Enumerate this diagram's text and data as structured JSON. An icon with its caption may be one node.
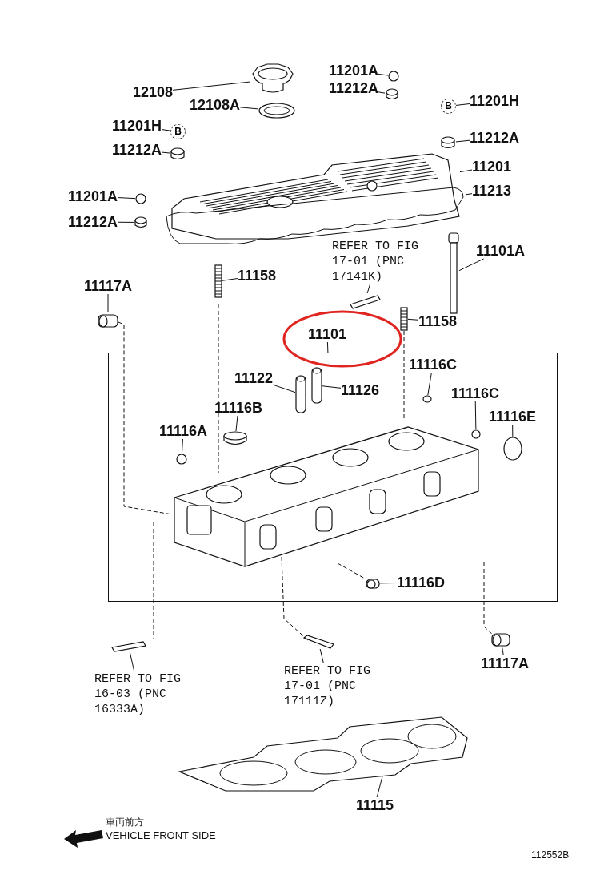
{
  "diagram": {
    "nodes": [
      {
        "text": [
          "12108"
        ]
      },
      {
        "text": [],
        "shape": "picture"
      },
      {
        "text": [
          "12108A"
        ]
      },
      {
        "text": [],
        "shape": "picture"
      },
      {
        "text": [
          "11201A"
        ]
      },
      {
        "text": [],
        "shape": "circle"
      },
      {
        "text": [
          "11212A"
        ]
      },
      {
        "text": [],
        "shape": "cylinder"
      },
      {
        "text": [
          "11201H"
        ]
      },
      {
        "text": [
          "B"
        ]
      },
      {
        "text": [
          "11212A"
        ]
      },
      {
        "text": [],
        "shape": "cylinder"
      },
      {
        "text": [
          "11201"
        ]
      },
      {
        "text": [],
        "shape": "picture"
      },
      {
        "text": [
          "11213"
        ]
      },
      {
        "text": [],
        "shape": "picture"
      },
      {
        "text": [
          "11201H"
        ]
      },
      {
        "text": [
          "B"
        ]
      },
      {
        "text": [
          "11212A"
        ]
      },
      {
        "text": [],
        "shape": "cylinder"
      },
      {
        "text": [
          "11201A"
        ]
      },
      {
        "text": [],
        "shape": "circle"
      },
      {
        "text": [
          "11212A"
        ]
      },
      {
        "text": [],
        "shape": "cylinder"
      },
      {
        "text": [
          "REFER TO FIG 17-01 (PNC 17141K)"
        ]
      },
      {
        "text": [],
        "shape": "bar"
      },
      {
        "text": [
          "11101A"
        ]
      },
      {
        "text": [],
        "shape": "bar"
      },
      {
        "text": [
          "11158"
        ]
      },
      {
        "text": [],
        "shape": "bar"
      },
      {
        "text": [
          "11117A"
        ]
      },
      {
        "text": [],
        "shape": "cylinder"
      },
      {
        "text": [
          "11158"
        ]
      },
      {
        "text": [],
        "shape": "bar"
      },
      {
        "text": [
          "11101"
        ]
      },
      {
        "text": [],
        "shape": "box"
      },
      {
        "text": [
          "11122"
        ],
        "in": 35
      },
      {
        "text": [],
        "shape": "cylinder",
        "in": 35
      },
      {
        "text": [
          "11126"
        ],
        "in": 35
      },
      {
        "text": [],
        "shape": "cylinder",
        "in": 35
      },
      {
        "text": [
          "11116C"
        ],
        "in": 35
      },
      {
        "text": [],
        "shape": "circle",
        "in": 35
      },
      {
        "text": [
          "11116B"
        ],
        "in": 35
      },
      {
        "text": [],
        "shape": "cylinder",
        "in": 35
      },
      {
        "text": [
          "11116C"
        ],
        "in": 35
      },
      {
        "text": [],
        "shape": "circle",
        "in": 35
      },
      {
        "text": [
          "11116E"
        ],
        "in": 35
      },
      {
        "text": [],
        "shape": "circle",
        "in": 35
      },
      {
        "text": [
          "11116A"
        ],
        "in": 35
      },
      {
        "text": [],
        "shape": "circle",
        "in": 35
      },
      {
        "text": [
          "11116D"
        ],
        "in": 35
      },
      {
        "text": [],
        "shape": "cylinder",
        "in": 35
      },
      {
        "text": [
          "REFER TO FIG 16-03 (PNC 16333A)"
        ]
      },
      {
        "text": [],
        "shape": "bar"
      },
      {
        "text": [
          "REFER TO FIG 17-01 (PNC 17111Z)"
        ]
      },
      {
        "text": [],
        "shape": "bar"
      },
      {
        "text": [
          "11117A"
        ]
      },
      {
        "text": [],
        "shape": "cylinder"
      },
      {
        "text": [
          "11115"
        ]
      },
      {
        "text": [],
        "shape": "picture"
      }
    ],
    "edges": [
      {
        "from": 0,
        "to": 1,
        "arrow": "none"
      },
      {
        "from": 2,
        "to": 3,
        "arrow": "none"
      },
      {
        "from": 4,
        "to": 5,
        "arrow": "none"
      },
      {
        "from": 6,
        "to": 7,
        "arrow": "none"
      },
      {
        "from": 8,
        "to": 9,
        "arrow": "none"
      },
      {
        "from": 10,
        "to": 11,
        "arrow": "none"
      },
      {
        "from": 12,
        "to": 13,
        "arrow": "none"
      },
      {
        "from": 14,
        "to": 15,
        "arrow": "none"
      },
      {
        "from": 16,
        "to": 17,
        "arrow": "none"
      },
      {
        "from": 18,
        "to": 19,
        "arrow": "none"
      },
      {
        "from": 20,
        "to": 21,
        "arrow": "none"
      },
      {
        "from": 22,
        "to": 23,
        "arrow": "none"
      },
      {
        "from": 24,
        "to": 25,
        "arrow": "none"
      },
      {
        "from": 26,
        "to": 27,
        "arrow": "none"
      },
      {
        "from": 28,
        "to": 29,
        "arrow": "none"
      },
      {
        "from": 30,
        "to": 31,
        "arrow": "none"
      },
      {
        "from": 32,
        "to": 33,
        "arrow": "none"
      },
      {
        "from": 34,
        "to": 35,
        "arrow": "none"
      },
      {
        "from": 36,
        "to": 37,
        "arrow": "none"
      },
      {
        "from": 38,
        "to": 39,
        "arrow": "none"
      },
      {
        "from": 40,
        "to": 41,
        "arrow": "none"
      },
      {
        "from": 42,
        "to": 43,
        "arrow": "none"
      },
      {
        "from": 44,
        "to": 45,
        "arrow": "none"
      },
      {
        "from": 46,
        "to": 47,
        "arrow": "none"
      },
      {
        "from": 48,
        "to": 49,
        "arrow": "none"
      },
      {
        "from": 50,
        "to": 51,
        "arrow": "none"
      },
      {
        "from": 52,
        "to": 53,
        "arrow": "none"
      },
      {
        "from": 54,
        "to": 55,
        "arrow": "none"
      },
      {
        "from": 56,
        "to": 57,
        "arrow": "none"
      },
      {
        "from": 58,
        "to": 59,
        "arrow": "none"
      }
    ],
    "labels": [
      "車両前方",
      "VEHICLE FRONT SIDE",
      "112552B"
    ]
  }
}
